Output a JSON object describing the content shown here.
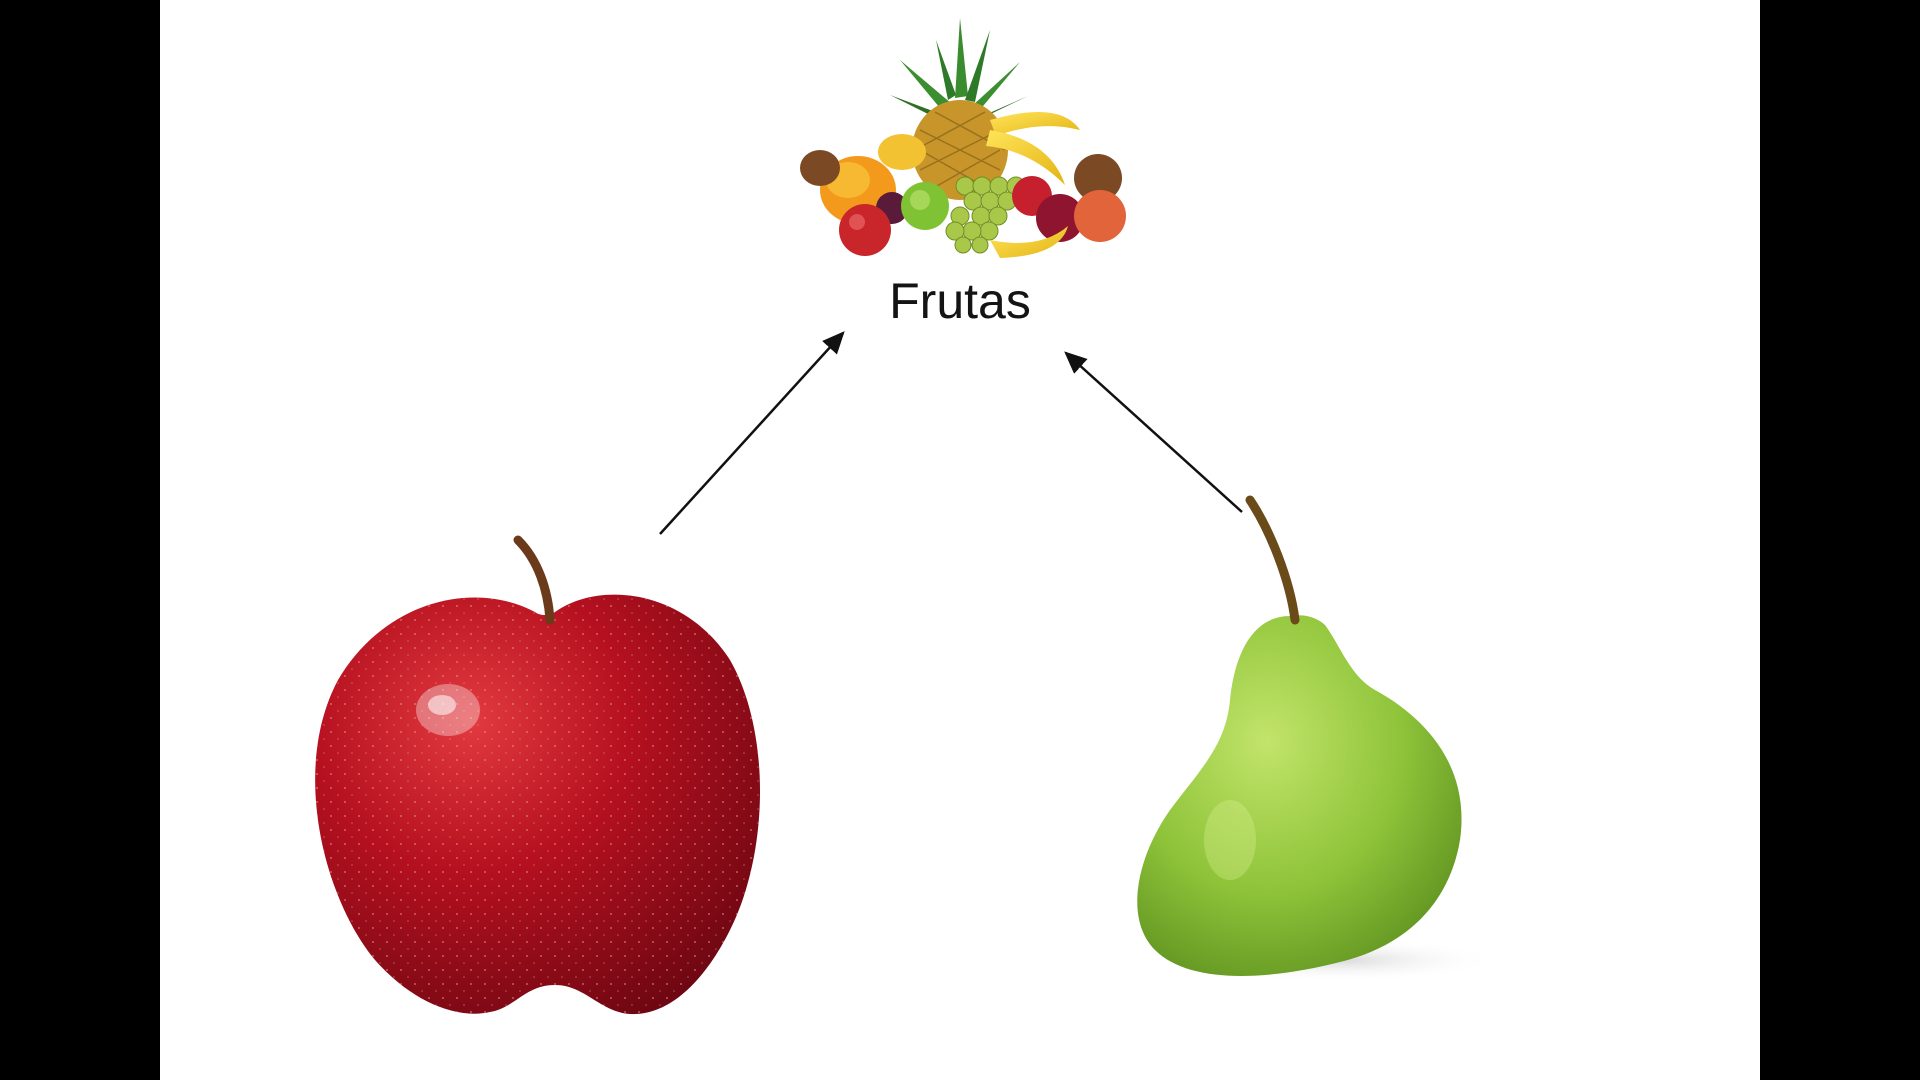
{
  "diagram": {
    "parent_label": "Frutas",
    "nodes": [
      {
        "id": "fruits",
        "icon": "fruit-basket-icon"
      },
      {
        "id": "apple",
        "icon": "apple-icon"
      },
      {
        "id": "pear",
        "icon": "pear-icon"
      }
    ],
    "edges": [
      {
        "from": "apple",
        "to": "fruits"
      },
      {
        "from": "pear",
        "to": "fruits"
      }
    ],
    "ghost_text": {
      "line1": "",
      "line2": "",
      "line3": ""
    }
  },
  "colors": {
    "background": "#ffffff",
    "frame": "#000000",
    "arrow": "#111111",
    "apple_red": "#b5101f",
    "pear_green": "#8fc43a"
  }
}
